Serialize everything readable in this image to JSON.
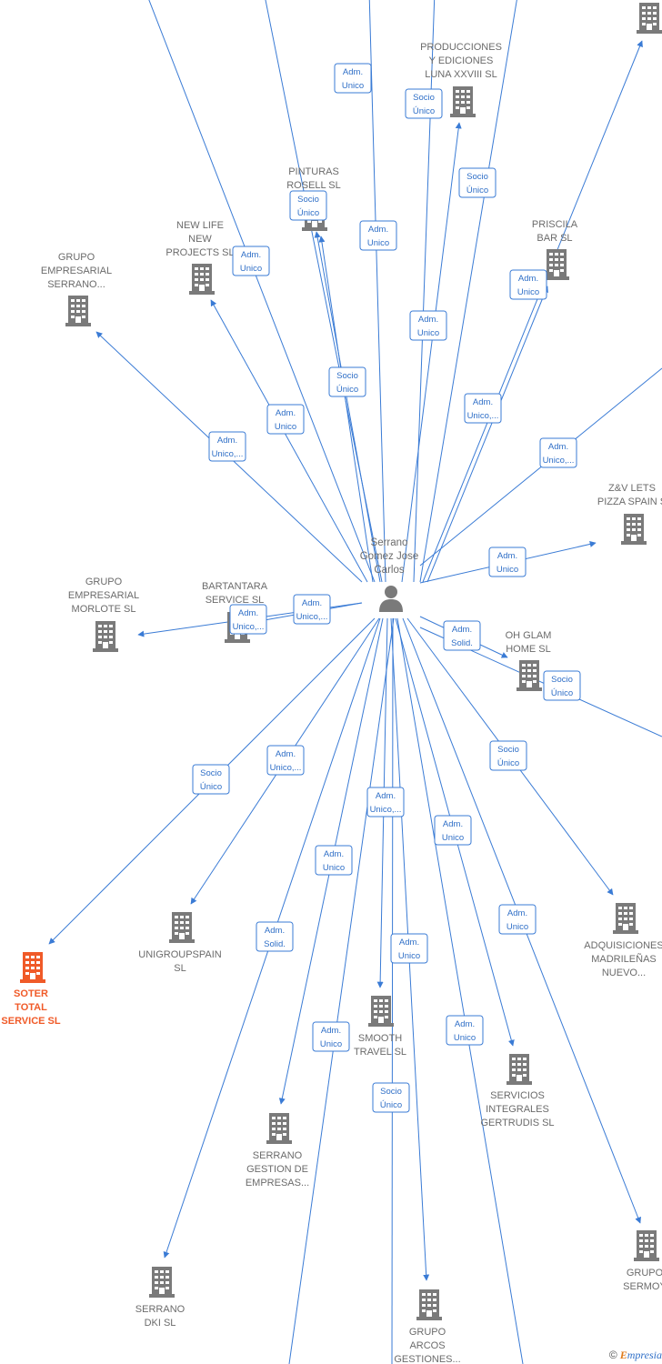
{
  "colors": {
    "edge": "#3a7bd5",
    "company_icon": "#7a7a7a",
    "focus_company_icon": "#f05a28",
    "person_icon": "#7a7a7a",
    "label_text": "#6b6b6b",
    "edge_label_text": "#2f6fc7"
  },
  "person": {
    "name_lines": [
      "Serrano",
      "Gomez Jose",
      "Carlos"
    ],
    "icon": "person-icon"
  },
  "companies": [
    {
      "id": "produccionesluna",
      "lines": [
        "PRODUCCIONES",
        "Y EDICIONES",
        "LUNA XXVIII SL"
      ],
      "icon": "building-icon"
    },
    {
      "id": "topright",
      "lines": [],
      "icon": "building-icon"
    },
    {
      "id": "pinturasrosell",
      "lines": [
        "PINTURAS",
        "ROSELL SL"
      ],
      "icon": "building-icon"
    },
    {
      "id": "newlife",
      "lines": [
        "NEW LIFE",
        "NEW",
        "PROJECTS SL"
      ],
      "icon": "building-icon"
    },
    {
      "id": "gruposerrano",
      "lines": [
        "GRUPO",
        "EMPRESARIAL",
        "SERRANO..."
      ],
      "icon": "building-icon"
    },
    {
      "id": "priscila",
      "lines": [
        "PRISCILA",
        "BAR SL"
      ],
      "icon": "building-icon"
    },
    {
      "id": "zvlets",
      "lines": [
        "Z&V LETS",
        "PIZZA SPAIN S"
      ],
      "icon": "building-icon"
    },
    {
      "id": "grupomorlote",
      "lines": [
        "GRUPO",
        "EMPRESARIAL",
        "MORLOTE SL"
      ],
      "icon": "building-icon"
    },
    {
      "id": "bartantara",
      "lines": [
        "BARTANTARA",
        "SERVICE SL"
      ],
      "icon": "building-icon"
    },
    {
      "id": "ohglam",
      "lines": [
        "OH GLAM",
        "HOME SL"
      ],
      "icon": "building-icon"
    },
    {
      "id": "unigroupspain",
      "lines": [
        "UNIGROUPSPAIN",
        "SL"
      ],
      "icon": "building-icon"
    },
    {
      "id": "soter",
      "lines": [
        "SOTER",
        "TOTAL",
        "SERVICE SL"
      ],
      "icon": "building-icon",
      "focus": true
    },
    {
      "id": "adquisiciones",
      "lines": [
        "ADQUISICIONES",
        "MADRILEÑAS",
        "NUEVO..."
      ],
      "icon": "building-icon"
    },
    {
      "id": "smoothtravel",
      "lines": [
        "SMOOTH",
        "TRAVEL SL"
      ],
      "icon": "building-icon"
    },
    {
      "id": "serviciosgertrudis",
      "lines": [
        "SERVICIOS",
        "INTEGRALES",
        "GERTRUDIS SL"
      ],
      "icon": "building-icon"
    },
    {
      "id": "serranogestion",
      "lines": [
        "SERRANO",
        "GESTION DE",
        "EMPRESAS..."
      ],
      "icon": "building-icon"
    },
    {
      "id": "serranodki",
      "lines": [
        "SERRANO",
        "DKI SL"
      ],
      "icon": "building-icon"
    },
    {
      "id": "grupoarcos",
      "lines": [
        "GRUPO",
        "ARCOS",
        "GESTIONES..."
      ],
      "icon": "building-icon"
    },
    {
      "id": "gruposermoy",
      "lines": [
        "GRUPO",
        "SERMOY"
      ],
      "icon": "building-icon"
    }
  ],
  "edges": [
    {
      "label": [
        "Adm.",
        "Unico"
      ],
      "to": "offscreen-top-1"
    },
    {
      "label": [
        "Socio",
        "Único"
      ],
      "to": "produccionesluna"
    },
    {
      "label": [
        "Socio",
        "Único"
      ],
      "to": "offscreen-top-2"
    },
    {
      "label": [
        "Socio",
        "Único"
      ],
      "to": "pinturasrosell"
    },
    {
      "label": [
        "Adm.",
        "Unico"
      ],
      "to": "offscreen-top-3"
    },
    {
      "label": [
        "Adm.",
        "Unico"
      ],
      "to": "newlife"
    },
    {
      "label": [
        "Adm.",
        "Unico"
      ],
      "to": "newlife"
    },
    {
      "label": [
        "Adm.",
        "Unico"
      ],
      "to": "produccionesluna"
    },
    {
      "label": [
        "Socio",
        "Único"
      ],
      "to": "pinturasrosell"
    },
    {
      "label": [
        "Adm.",
        "Unico,..."
      ],
      "to": "gruposerrano"
    },
    {
      "label": [
        "Adm.",
        "Unico"
      ],
      "to": "priscila"
    },
    {
      "label": [
        "Adm.",
        "Unico,..."
      ],
      "to": "topright"
    },
    {
      "label": [
        "Adm.",
        "Unico,..."
      ],
      "to": "offscreen-right-1"
    },
    {
      "label": [
        "Adm.",
        "Unico"
      ],
      "to": "zvlets"
    },
    {
      "label": [
        "Adm.",
        "Unico,..."
      ],
      "to": "grupomorlote"
    },
    {
      "label": [
        "Adm.",
        "Unico,..."
      ],
      "to": "bartantara"
    },
    {
      "label": [
        "Adm.",
        "Solid."
      ],
      "to": "ohglam"
    },
    {
      "label": [
        "Socio",
        "Único"
      ],
      "to": "offscreen-right-2"
    },
    {
      "label": [
        "Socio",
        "Único"
      ],
      "to": "soter"
    },
    {
      "label": [
        "Adm.",
        "Unico,..."
      ],
      "to": "unigroupspain"
    },
    {
      "label": [
        "Socio",
        "Único"
      ],
      "to": "adquisiciones"
    },
    {
      "label": [
        "Adm.",
        "Unico,..."
      ],
      "to": "smoothtravel"
    },
    {
      "label": [
        "Adm.",
        "Unico"
      ],
      "to": "serviciosgertrudis"
    },
    {
      "label": [
        "Adm.",
        "Unico"
      ],
      "to": "serranogestion"
    },
    {
      "label": [
        "Adm.",
        "Unico"
      ],
      "to": "gruposermoy"
    },
    {
      "label": [
        "Adm.",
        "Solid."
      ],
      "to": "serranodki"
    },
    {
      "label": [
        "Adm.",
        "Unico"
      ],
      "to": "grupoarcos"
    },
    {
      "label": [
        "Adm.",
        "Unico"
      ],
      "to": "offscreen-bottom-1"
    },
    {
      "label": [
        "Adm.",
        "Unico"
      ],
      "to": "offscreen-bottom-2"
    },
    {
      "label": [
        "Socio",
        "Único"
      ],
      "to": "offscreen-bottom-3"
    }
  ],
  "watermark": {
    "copyright": "©",
    "brand_initial": "E",
    "brand_rest": "mpresia"
  }
}
